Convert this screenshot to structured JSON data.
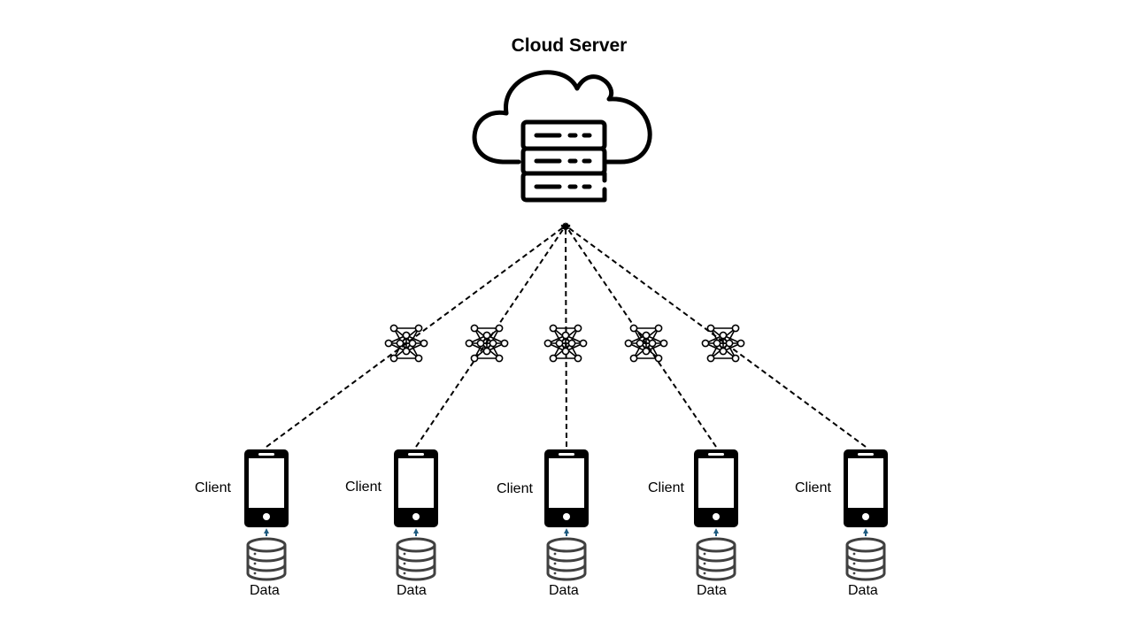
{
  "title": "Cloud Server",
  "colors": {
    "line": "#000000",
    "arrow": "#1f5b80",
    "db_stroke": "#404040",
    "background": "#ffffff"
  },
  "icons": {
    "server": "cloud-server-icon",
    "model": "neural-network-icon",
    "client": "smartphone-icon",
    "data": "database-icon"
  },
  "clients": [
    {
      "label": "Client",
      "data_label": "Data"
    },
    {
      "label": "Client",
      "data_label": "Data"
    },
    {
      "label": "Client",
      "data_label": "Data"
    },
    {
      "label": "Client",
      "data_label": "Data"
    },
    {
      "label": "Client",
      "data_label": "Data"
    }
  ]
}
